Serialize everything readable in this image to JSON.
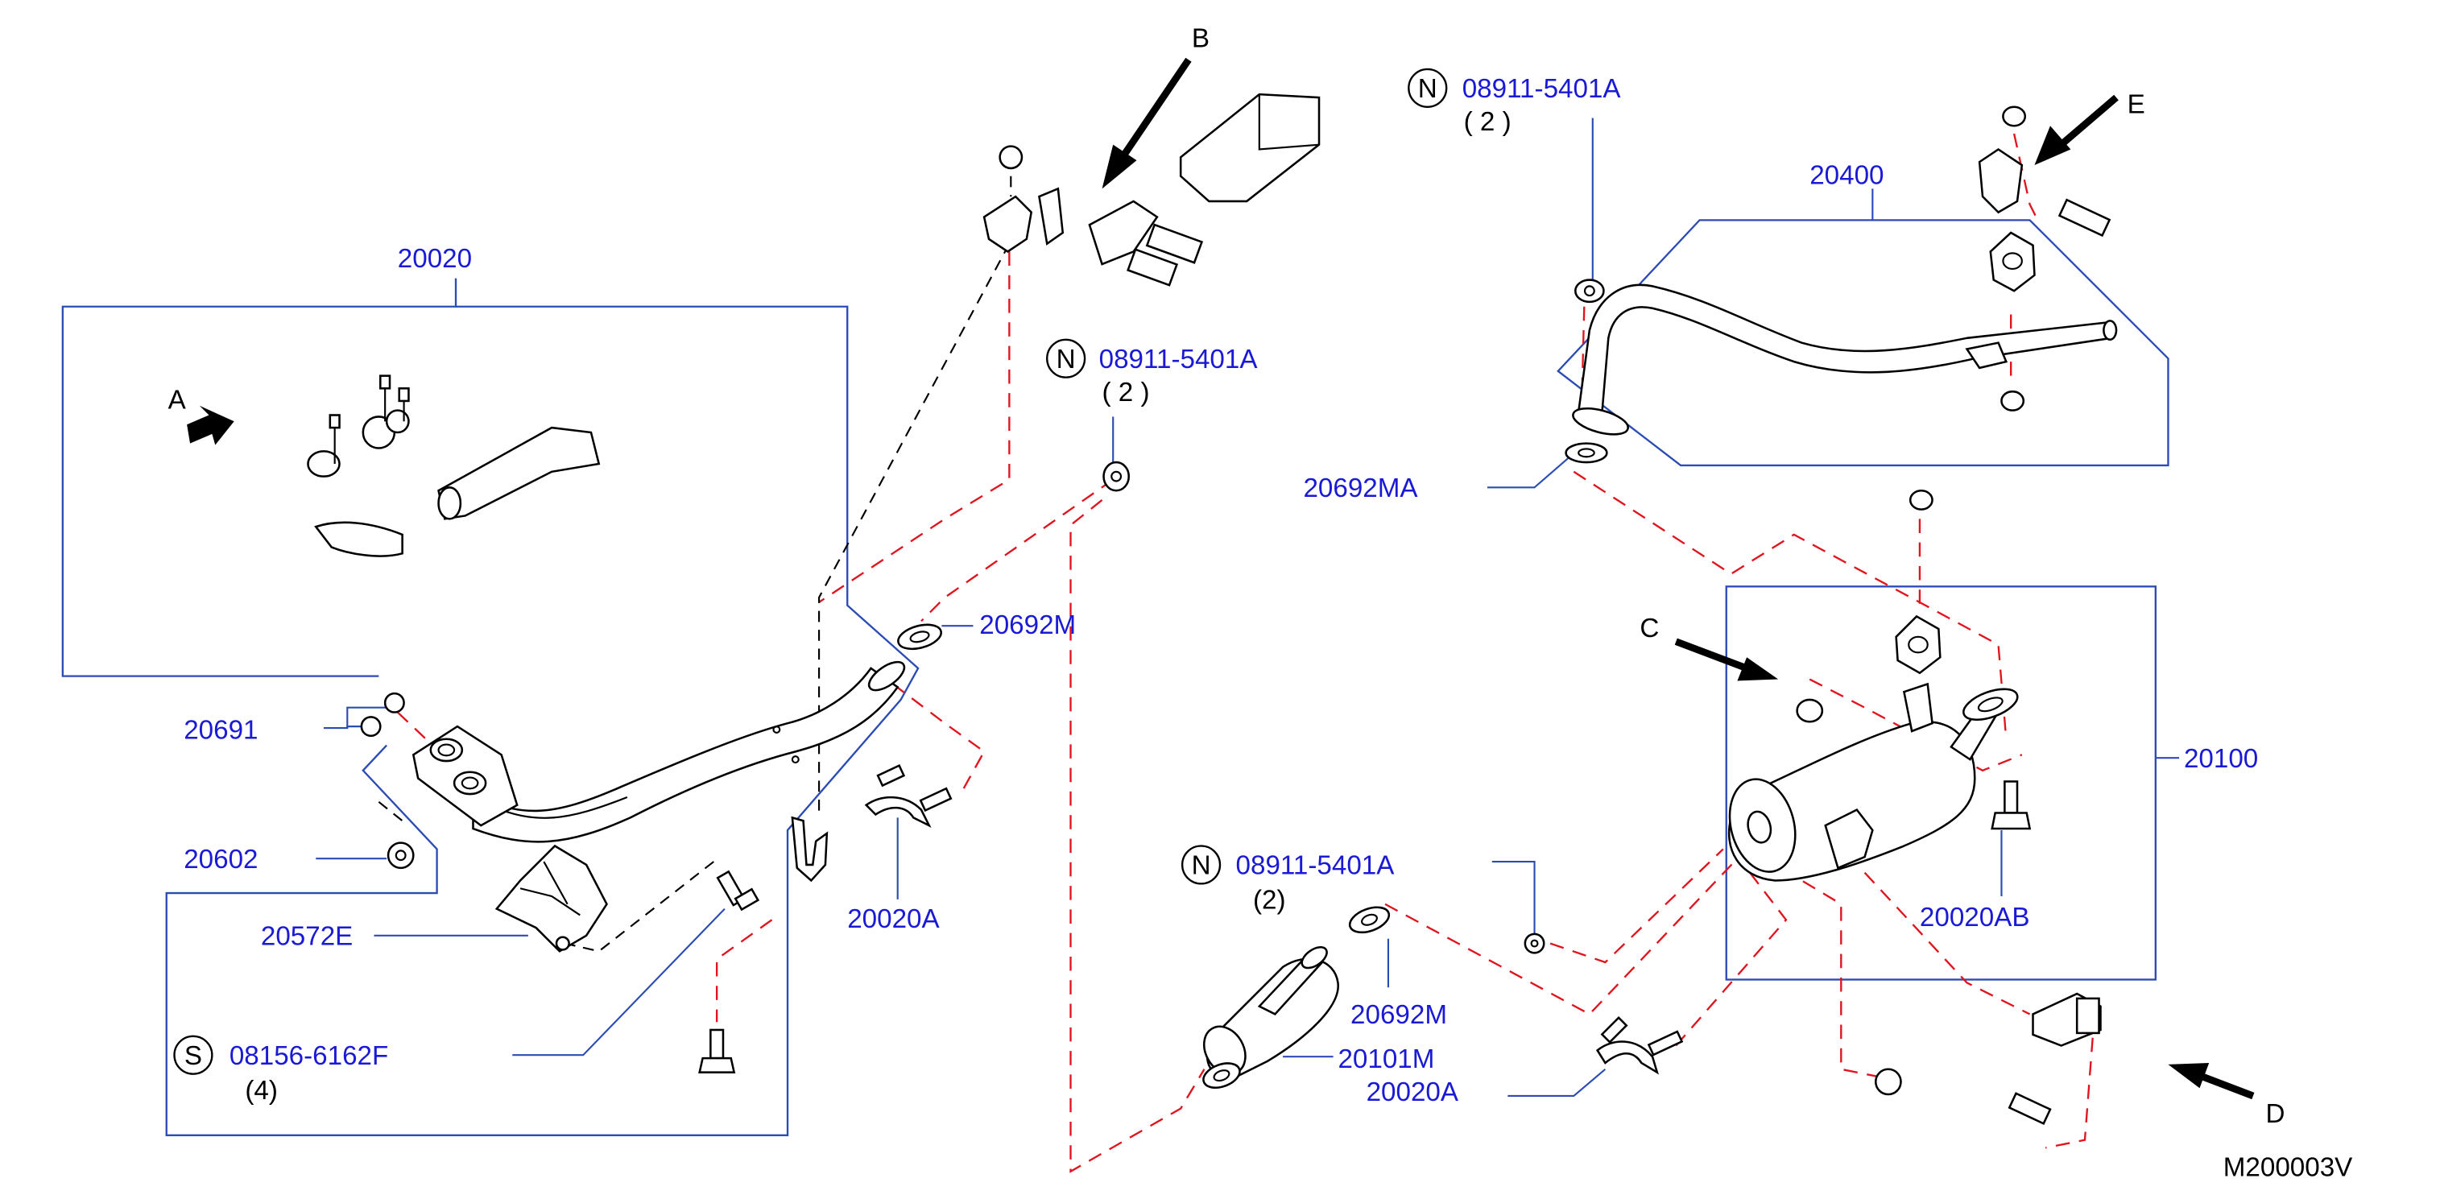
{
  "labels": {
    "p20020": "20020",
    "p20691": "20691",
    "p20602": "20602",
    "p20572e": "20572E",
    "s_code": "08156-6162F",
    "s_qty": "(4)",
    "p20692m": "20692M",
    "p20020a_left": "20020A",
    "n1_code": "08911-5401A",
    "n1_qty": "( 2 )",
    "n2_code": "08911-5401A",
    "n2_qty": "( 2 )",
    "p20400": "20400",
    "p20692ma": "20692MA",
    "p20100": "20100",
    "p20020ab": "20020AB",
    "n3_code": "08911-5401A",
    "n3_qty": "(2)",
    "p20692m_2": "20692M",
    "p20101m": "20101M",
    "p20020a_right": "20020A",
    "diagram_id": "M200003V"
  },
  "symbols": {
    "n": "N",
    "s": "S"
  },
  "views": {
    "a": "A",
    "b": "B",
    "c": "C",
    "d": "D",
    "e": "E"
  },
  "colors": {
    "part_number": "#1a1ad6",
    "group_box": "#2b4bb5",
    "red_dash": "#e0141e",
    "drawing": "#000000"
  },
  "icons": [
    "front-tube-icon",
    "catalytic-converter-icon",
    "heat-insulator-icon",
    "center-muffler-icon",
    "main-muffler-icon",
    "tail-tube-icon",
    "mounting-rubber-icon",
    "clamp-icon",
    "bracket-icon",
    "gasket-icon",
    "nut-icon",
    "bolt-icon",
    "view-arrow-icon"
  ]
}
